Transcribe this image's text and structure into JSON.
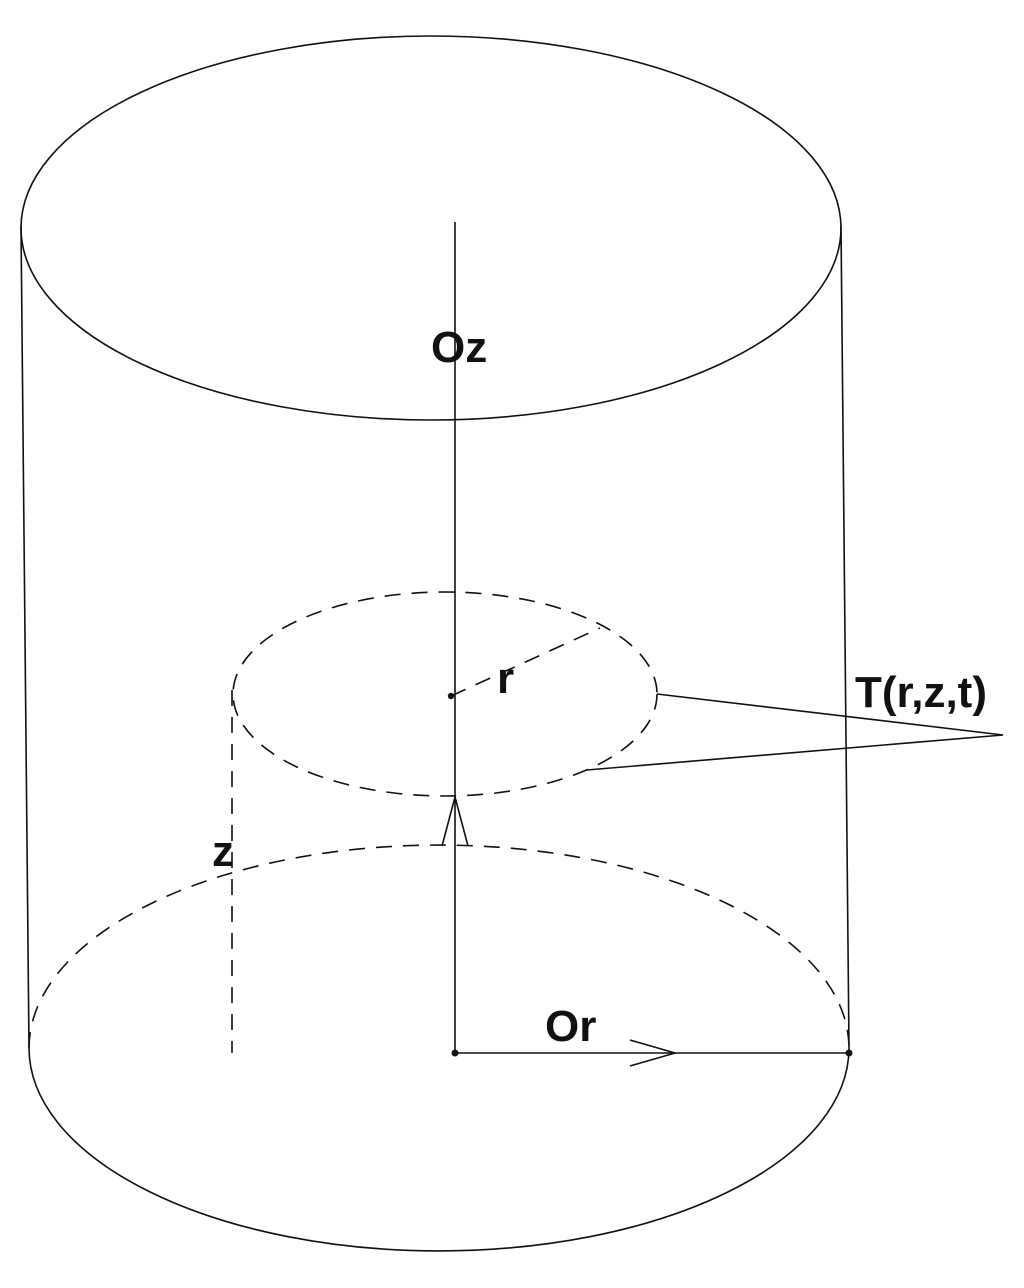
{
  "labels": {
    "oz_axis": "Oz",
    "or_axis": "Or",
    "radius": "r",
    "height": "z",
    "temperature": "T(r,z,t)"
  },
  "colors": {
    "stroke": "#111111",
    "background": "#ffffff"
  }
}
